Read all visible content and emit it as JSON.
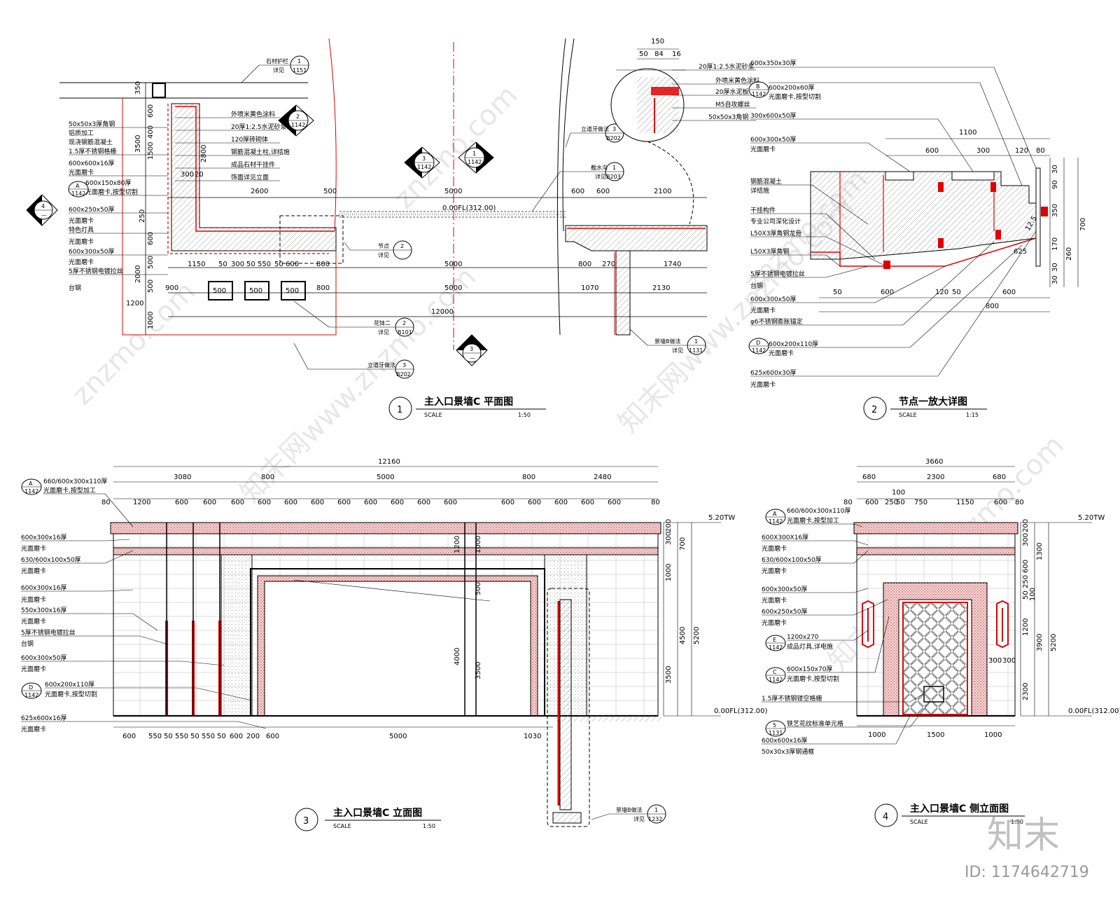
{
  "views": [
    {
      "num": "1",
      "title": "主入口景墙C 平面图",
      "scale_label": "SCALE",
      "scale": "1:50"
    },
    {
      "num": "2",
      "title": "节点一放大详图",
      "scale_label": "SCALE",
      "scale": "1:15"
    },
    {
      "num": "3",
      "title": "主入口景墙C 立面图",
      "scale_label": "SCALE",
      "scale": "1:50"
    },
    {
      "num": "4",
      "title": "主入口景墙C 侧立面图",
      "scale_label": "SCALE",
      "scale": "1:50"
    }
  ],
  "plan": {
    "dims_top": [
      "2600",
      "500",
      "5000",
      "600",
      "600",
      "2100"
    ],
    "dims_bot1": [
      "1150",
      "50",
      "300",
      "50",
      "550",
      "50",
      "600",
      "800",
      "5000",
      "800",
      "270",
      "1740"
    ],
    "dims_bot2": [
      "900",
      "800",
      "5000",
      "1070",
      "2130"
    ],
    "dims_bot3": [
      "12000"
    ],
    "dims_left": [
      "350",
      "600",
      "400",
      "1500",
      "3500",
      "250",
      "600",
      "500",
      "2000",
      "500",
      "1200",
      "1000"
    ],
    "inner": [
      "300",
      "20",
      "2800",
      "500",
      "500",
      "500"
    ],
    "level": "0.00FL(312.00)",
    "left_notes": [
      "50x50x3厚角钢",
      "铝质加工",
      "现浇钢筋混凝土",
      "1.5厚不锈钢格栅",
      "600x600x16厚",
      "光面磨卡",
      "600x150x80厚",
      "光面磨卡,按型切割",
      "600x250x50厚",
      "光面磨卡",
      "特色灯具",
      "光面磨卡",
      "600x300x50厚",
      "光面磨卡",
      "5厚不锈钢电镀拉丝",
      "台钢"
    ],
    "mid_notes": [
      "外喷米黄色涂料",
      "20厚1:2.5水泥砂浆",
      "120厚砖砌体",
      "钢筋混凝土柱,详结施",
      "成品石材干挂件",
      "饰面详见立面"
    ],
    "callouts": [
      {
        "top": "石材护栏",
        "num": "1",
        "sheet": "1151",
        "note": "详见"
      },
      {
        "top": "",
        "num": "2",
        "sheet": "1142",
        "note": ""
      },
      {
        "top": "",
        "num": "3",
        "sheet": "1142",
        "note": ""
      },
      {
        "top": "",
        "num": "1",
        "sheet": "1142",
        "note": ""
      },
      {
        "top": "",
        "num": "4",
        "sheet": "—",
        "note": ""
      },
      {
        "top": "立道牙做法",
        "num": "3",
        "sheet": "B202",
        "note": ""
      },
      {
        "top": "截水沟",
        "num": "1",
        "sheet": "B203",
        "note": "详见"
      },
      {
        "top": "节点",
        "num": "2",
        "sheet": "",
        "note": "详见"
      },
      {
        "top": "花钵二",
        "num": "2",
        "sheet": "B101",
        "note": "详见"
      },
      {
        "top": "立道牙做法",
        "num": "3",
        "sheet": "B202",
        "note": ""
      },
      {
        "top": "景墙B做法",
        "num": "1",
        "sheet": "1131",
        "note": "详见"
      },
      {
        "top": "",
        "num": "3",
        "sheet": "—",
        "note": ""
      }
    ],
    "detail_callout": [
      "20厚1:2.5水泥砂浆",
      "外喷米黄色涂料",
      "20厚水泥板",
      "M5自攻螺丝",
      "50x50x3角钢"
    ],
    "detail_dims": [
      "150",
      "50",
      "84",
      "16"
    ]
  },
  "node": {
    "dims_top": [
      "1100",
      "600",
      "300",
      "120",
      "80"
    ],
    "dims_right": [
      "30",
      "90",
      "350",
      "700",
      "170",
      "260",
      "30",
      "30"
    ],
    "dims_bot": [
      "50",
      "600",
      "120",
      "50",
      "600",
      "800"
    ],
    "dims_diag": [
      "625",
      "12.5"
    ],
    "notes": [
      "600x350x30厚",
      "600x200x60厚",
      "光面磨卡,按型切割",
      "300x600x50厚",
      "600x300x50厚",
      "光面磨卡",
      "钢筋混凝土",
      "详结施",
      "干挂构件",
      "专业公司深化设计",
      "L50X3厚角钢龙骨",
      "L50X3厚角钢",
      "5厚不锈钢电镀拉丝",
      "台钢",
      "600x300x50厚",
      "光面磨卡",
      "φ6不锈钢膨胀锚定",
      "600x200x110厚",
      "光面磨卡",
      "625x600x30厚",
      "光面磨卡"
    ],
    "tags": [
      {
        "letter": "B",
        "sheet": "1142"
      },
      {
        "letter": "D",
        "sheet": "1142"
      }
    ]
  },
  "elev": {
    "dims_top1": [
      "12160"
    ],
    "dims_top2": [
      "3080",
      "800",
      "5000",
      "800",
      "2480"
    ],
    "dims_top3": [
      "80",
      "1200",
      "600",
      "600",
      "600",
      "600",
      "600",
      "600",
      "600",
      "600",
      "600",
      "600",
      "600",
      "600",
      "600",
      "600",
      "600",
      "600",
      "80"
    ],
    "dims_bot": [
      "600",
      "550",
      "50",
      "550",
      "50",
      "550",
      "50",
      "600",
      "200",
      "600",
      "5000",
      "1030"
    ],
    "dims_right": [
      "200",
      "300",
      "700",
      "1000",
      "4500",
      "5200",
      "3500"
    ],
    "inner_dims": [
      "1200",
      "1000",
      "500",
      "4000",
      "3500"
    ],
    "level_top": "5.20TW",
    "level_bot": "0.00FL(312.00)",
    "notes": [
      "660/600x300x110厚",
      "光面磨卡,按型加工",
      "600x300x16厚",
      "光面磨卡",
      "630/600x100x50厚",
      "光面磨卡",
      "600x300x16厚",
      "光面磨卡",
      "550x300x16厚",
      "光面磨卡",
      "5厚不锈钢电镀拉丝",
      "台钢",
      "600x300x50厚",
      "光面磨卡",
      "600x200x110厚",
      "光面磨卡,按型切割",
      "625x600x16厚",
      "光面磨卡"
    ],
    "tags": [
      {
        "letter": "A",
        "sheet": "1142"
      },
      {
        "letter": "D",
        "sheet": "1142"
      }
    ],
    "section_callout": {
      "top": "景墙B做法",
      "num": "1",
      "sheet": "1232",
      "note": "详见"
    }
  },
  "side": {
    "dims_top1": [
      "3660"
    ],
    "dims_top2": [
      "680",
      "2300",
      "680"
    ],
    "dims_top3": [
      "80",
      "600",
      "250",
      "50",
      "100",
      "750",
      "1150",
      "600",
      "80"
    ],
    "dims_bot": [
      "1000",
      "1500",
      "1000"
    ],
    "dims_right": [
      "200",
      "300",
      "1300",
      "600",
      "250",
      "50",
      "100",
      "1200",
      "3900",
      "5200",
      "2300"
    ],
    "inner_dims": [
      "300",
      "300"
    ],
    "level_top": "5.20TW",
    "level_bot": "0.00FL(312.00)",
    "notes": [
      "660/600x300x110厚",
      "光面磨卡,按型加工",
      "600X300X16厚",
      "光面磨卡",
      "630/600x100x50厚",
      "光面磨卡",
      "600x300x50厚",
      "光面磨卡",
      "600x250x50厚",
      "光面磨卡",
      "1200x270",
      "成品灯具,详电施",
      "600x150x70厚",
      "光面磨卡,按型切割",
      "1.5厚不锈钢镂空格栅",
      "铁艺花纹标准单元格",
      "600x600x16厚",
      "50x30x3厚钢通框"
    ],
    "tags": [
      {
        "letter": "A",
        "sheet": "1142"
      },
      {
        "letter": "E",
        "sheet": "1142"
      },
      {
        "letter": "C",
        "sheet": "1142"
      },
      {
        "letter": "5",
        "sheet": "1131"
      }
    ]
  },
  "brand": {
    "logo": "知末",
    "id": "ID: 1174642719",
    "watermark": "znzmo.com",
    "wm_cn": "知末网www.znzmo.com"
  },
  "colors": {
    "line": "#000000",
    "red": "#e00000",
    "hatch": "#777777",
    "stone": "#b0b0b0"
  }
}
